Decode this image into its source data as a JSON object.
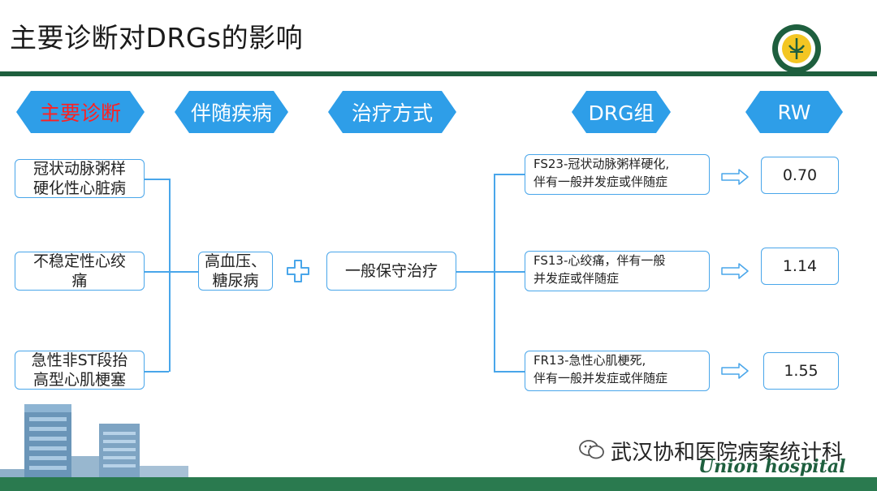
{
  "title": "主要诊断对DRGs的影响",
  "headers": {
    "main_diagnosis": "主要诊断",
    "comorbidity": "伴随疾病",
    "treatment": "治疗方式",
    "drg_group": "DRG组",
    "rw": "RW"
  },
  "diagnoses": [
    {
      "line1": "冠状动脉粥样",
      "line2": "硬化性心脏病"
    },
    {
      "line1": "不稳定性心绞",
      "line2": "痛"
    },
    {
      "line1": "急性非ST段抬",
      "line2": "高型心肌梗塞"
    }
  ],
  "comorbidity": {
    "line1": "高血压、",
    "line2": "糖尿病"
  },
  "treatment": "一般保守治疗",
  "drg_groups": [
    {
      "line1": "FS23-冠状动脉粥样硬化,",
      "line2": "伴有一般并发症或伴随症"
    },
    {
      "line1": "FS13-心绞痛，伴有一般",
      "line2": "并发症或伴随症"
    },
    {
      "line1": "FR13-急性心肌梗死,",
      "line2": "伴有一般并发症或伴随症"
    }
  ],
  "rw_values": [
    "0.70",
    "1.14",
    "1.55"
  ],
  "footer": {
    "name": "武汉协和医院病案统计科",
    "sub": "Union hospital"
  },
  "colors": {
    "accent": "#2e9ee8",
    "highlight_text": "#ff2020",
    "border": "#49a6ea",
    "brand_green": "#1e5f3e"
  }
}
